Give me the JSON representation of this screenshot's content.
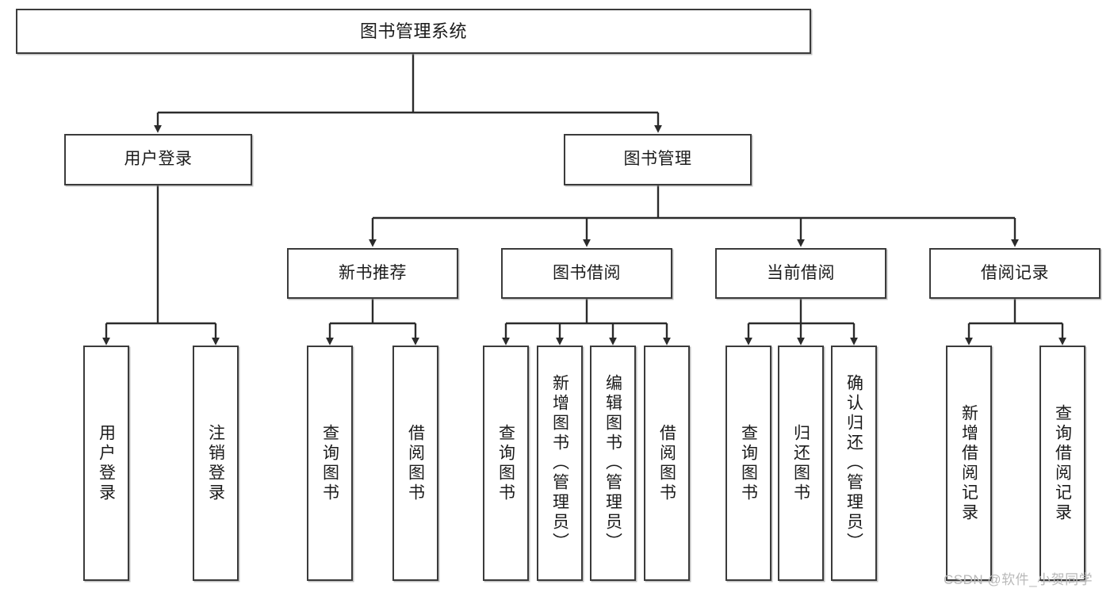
{
  "diagram": {
    "type": "tree",
    "title": "图书管理系统",
    "watermark": "CSDN @软件_小贺同学",
    "colors": {
      "box_border": "#3b3b3b",
      "box_fill": "#ffffff",
      "connector": "#2b2b2b",
      "text": "#1b1b1b",
      "watermark": "#b9b9b9"
    },
    "nodes": {
      "root": {
        "label": "图书管理系统"
      },
      "level1": [
        {
          "id": "user-login",
          "label": "用户登录"
        },
        {
          "id": "book-manage",
          "label": "图书管理"
        }
      ],
      "level2": [
        {
          "id": "new-book-recommend",
          "label": "新书推荐"
        },
        {
          "id": "book-borrow",
          "label": "图书借阅"
        },
        {
          "id": "current-borrow",
          "label": "当前借阅"
        },
        {
          "id": "borrow-record",
          "label": "借阅记录"
        }
      ],
      "leaves": {
        "user-login": [
          {
            "id": "leaf-user-login",
            "label": "用户登录"
          },
          {
            "id": "leaf-logout-login",
            "label": "注销登录"
          }
        ],
        "new-book-recommend": [
          {
            "id": "leaf-query-book-1",
            "label": "查询图书"
          },
          {
            "id": "leaf-borrow-book-1",
            "label": "借阅图书"
          }
        ],
        "book-borrow": [
          {
            "id": "leaf-query-book-2",
            "label": "查询图书"
          },
          {
            "id": "leaf-add-book-admin",
            "label": "新增图书（管理员）"
          },
          {
            "id": "leaf-edit-book-admin",
            "label": "编辑图书（管理员）"
          },
          {
            "id": "leaf-borrow-book-2",
            "label": "借阅图书"
          }
        ],
        "current-borrow": [
          {
            "id": "leaf-query-book-3",
            "label": "查询图书"
          },
          {
            "id": "leaf-return-book",
            "label": "归还图书"
          },
          {
            "id": "leaf-confirm-return-admin",
            "label": "确认归还（管理员）"
          }
        ],
        "borrow-record": [
          {
            "id": "leaf-add-borrow-record",
            "label": "新增借阅记录"
          },
          {
            "id": "leaf-query-borrow-record",
            "label": "查询借阅记录"
          }
        ]
      }
    }
  }
}
